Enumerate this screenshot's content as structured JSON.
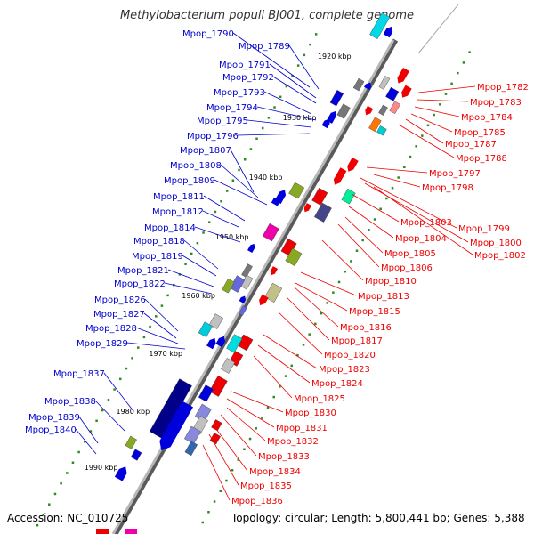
{
  "title": "Methylobacterium populi BJ001, complete genome",
  "accession": "Accession: NC_010725",
  "topology": "Topology: circular; Length: 5,800,441 bp; Genes: 5,388",
  "colors": {
    "left_label": "#0000cc",
    "right_label": "#ee0000",
    "backbone": "#8a8a8a",
    "ticks": "#2e8b22"
  },
  "kbp_labels": [
    "1920 kbp",
    "1930 kbp",
    "1940 kbp",
    "1950 kbp",
    "1960 kbp",
    "1970 kbp",
    "1980 kbp",
    "1990 kbp"
  ],
  "left_labels": [
    "Mpop_1790",
    "Mpop_1789",
    "Mpop_1791",
    "Mpop_1792",
    "Mpop_1793",
    "Mpop_1794",
    "Mpop_1795",
    "Mpop_1796",
    "Mpop_1807",
    "Mpop_1808",
    "Mpop_1809",
    "Mpop_1811",
    "Mpop_1812",
    "Mpop_1814",
    "Mpop_1818",
    "Mpop_1819",
    "Mpop_1821",
    "Mpop_1822",
    "Mpop_1826",
    "Mpop_1827",
    "Mpop_1828",
    "Mpop_1829",
    "Mpop_1837",
    "Mpop_1838",
    "Mpop_1839",
    "Mpop_1840"
  ],
  "right_labels": [
    "Mpop_1782",
    "Mpop_1783",
    "Mpop_1784",
    "Mpop_1785",
    "Mpop_1787",
    "Mpop_1788",
    "Mpop_1797",
    "Mpop_1798",
    "Mpop_1799",
    "Mpop_1800",
    "Mpop_1802",
    "Mpop_1803",
    "Mpop_1804",
    "Mpop_1805",
    "Mpop_1806",
    "Mpop_1810",
    "Mpop_1813",
    "Mpop_1815",
    "Mpop_1816",
    "Mpop_1817",
    "Mpop_1820",
    "Mpop_1823",
    "Mpop_1824",
    "Mpop_1825",
    "Mpop_1830",
    "Mpop_1831",
    "Mpop_1832",
    "Mpop_1833",
    "Mpop_1834",
    "Mpop_1835",
    "Mpop_1836"
  ]
}
